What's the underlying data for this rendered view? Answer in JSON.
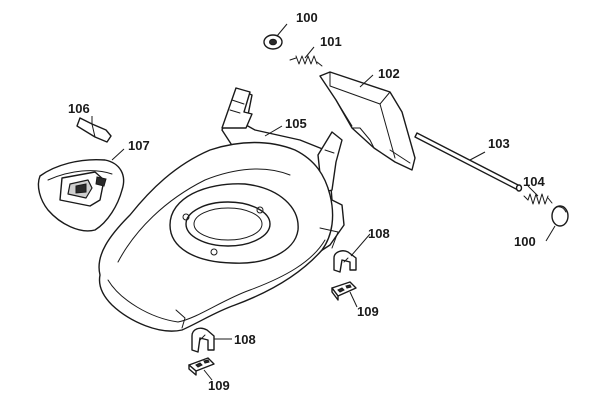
{
  "callouts": {
    "c100a": "100",
    "c101": "101",
    "c102": "102",
    "c103": "103",
    "c104": "104",
    "c100b": "100",
    "c105": "105",
    "c106": "106",
    "c107": "107",
    "c108a": "108",
    "c109a": "109",
    "c108b": "108",
    "c109b": "109"
  }
}
